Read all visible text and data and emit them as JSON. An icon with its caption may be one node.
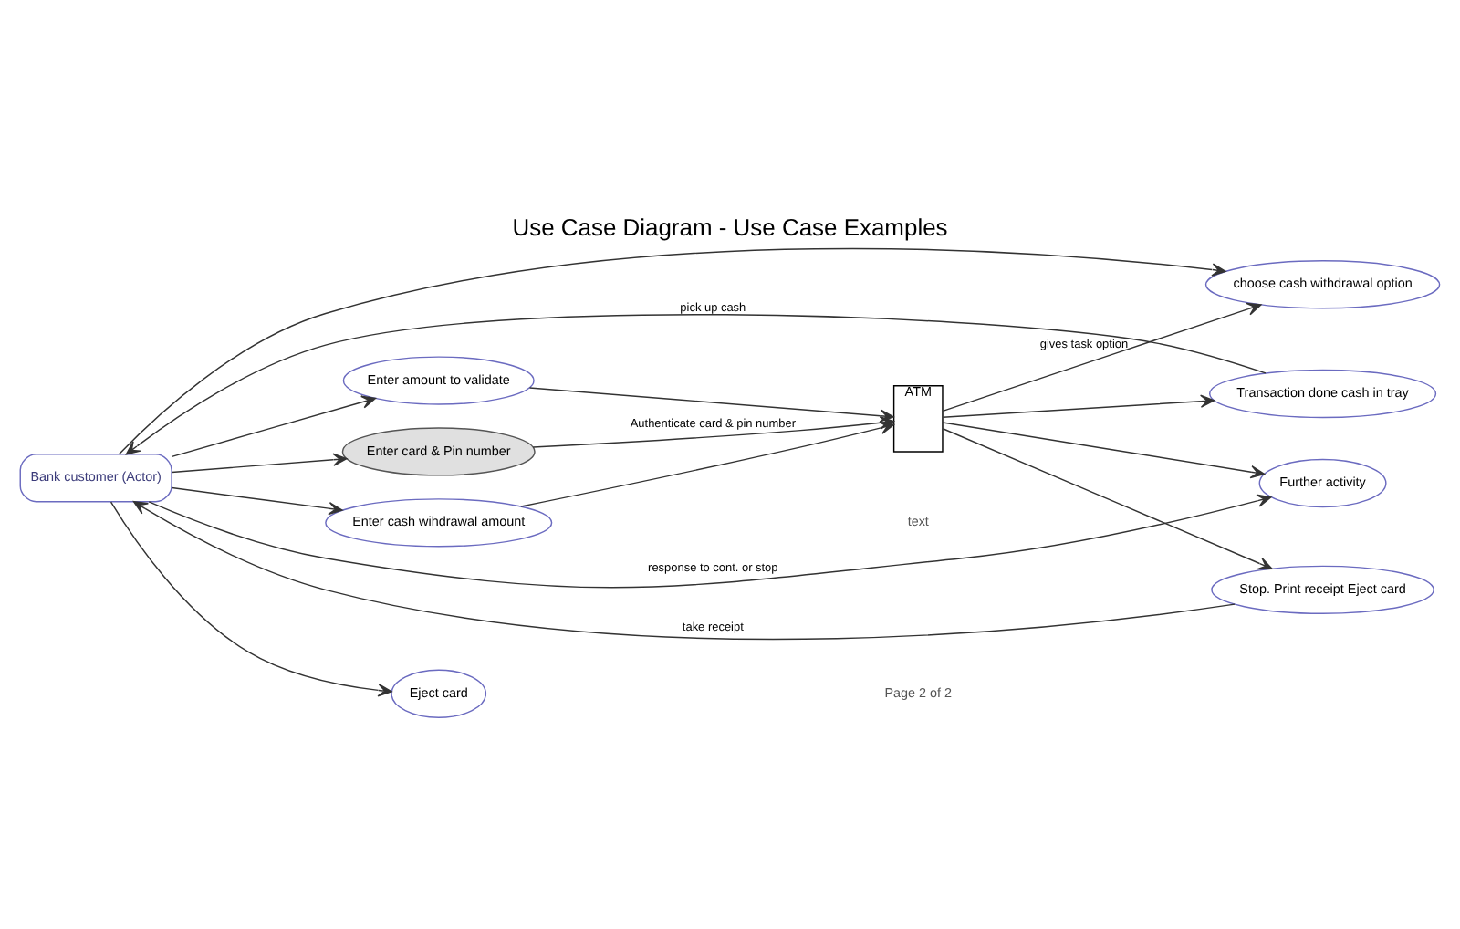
{
  "diagram": {
    "title": "Use Case Diagram - Use Case Examples",
    "nodes": [
      {
        "text": [
          "Bank customer (Actor)"
        ]
      },
      {
        "text": [
          "Enter card & Pin number"
        ]
      },
      {
        "text": [
          "choose cash withdrawal option"
        ]
      },
      {
        "text": [
          "Enter cash wihdrawal amount"
        ]
      },
      {
        "text": [
          "Enter amount to validate"
        ]
      },
      {
        "text": [
          "Transaction done cash in tray"
        ]
      },
      {
        "text": [
          "Further activity"
        ]
      },
      {
        "text": [
          "Stop. Print receipt Eject card"
        ]
      },
      {
        "text": [
          "Eject card"
        ]
      },
      {
        "text": [
          "ATM"
        ]
      }
    ],
    "edges": [
      {
        "from": 0,
        "to": 1,
        "arrow": "to"
      },
      {
        "from": 0,
        "to": 2,
        "arrow": "to"
      },
      {
        "from": 0,
        "to": 3,
        "arrow": "to"
      },
      {
        "from": 0,
        "to": 4,
        "arrow": "to"
      },
      {
        "from": 5,
        "to": 0,
        "arrow": "to",
        "label": "pick up cash"
      },
      {
        "from": 0,
        "to": 6,
        "arrow": "to",
        "label": "response to cont. or stop"
      },
      {
        "from": 7,
        "to": 0,
        "arrow": "to",
        "label": "take receipt"
      },
      {
        "from": 0,
        "to": 8,
        "arrow": "to"
      },
      {
        "from": 1,
        "to": 9,
        "arrow": "to",
        "label": "Authenticate card & pin number"
      },
      {
        "from": 9,
        "to": 2,
        "arrow": "to",
        "label": "gives task option"
      },
      {
        "from": 3,
        "to": 9,
        "arrow": "to"
      },
      {
        "from": 4,
        "to": 9,
        "arrow": "to"
      },
      {
        "from": 9,
        "to": 5,
        "arrow": "to"
      },
      {
        "from": 9,
        "to": 6,
        "arrow": "to"
      },
      {
        "from": 9,
        "to": 7,
        "arrow": "to"
      }
    ],
    "labels": [
      "text",
      "Page 2 of 2"
    ]
  }
}
